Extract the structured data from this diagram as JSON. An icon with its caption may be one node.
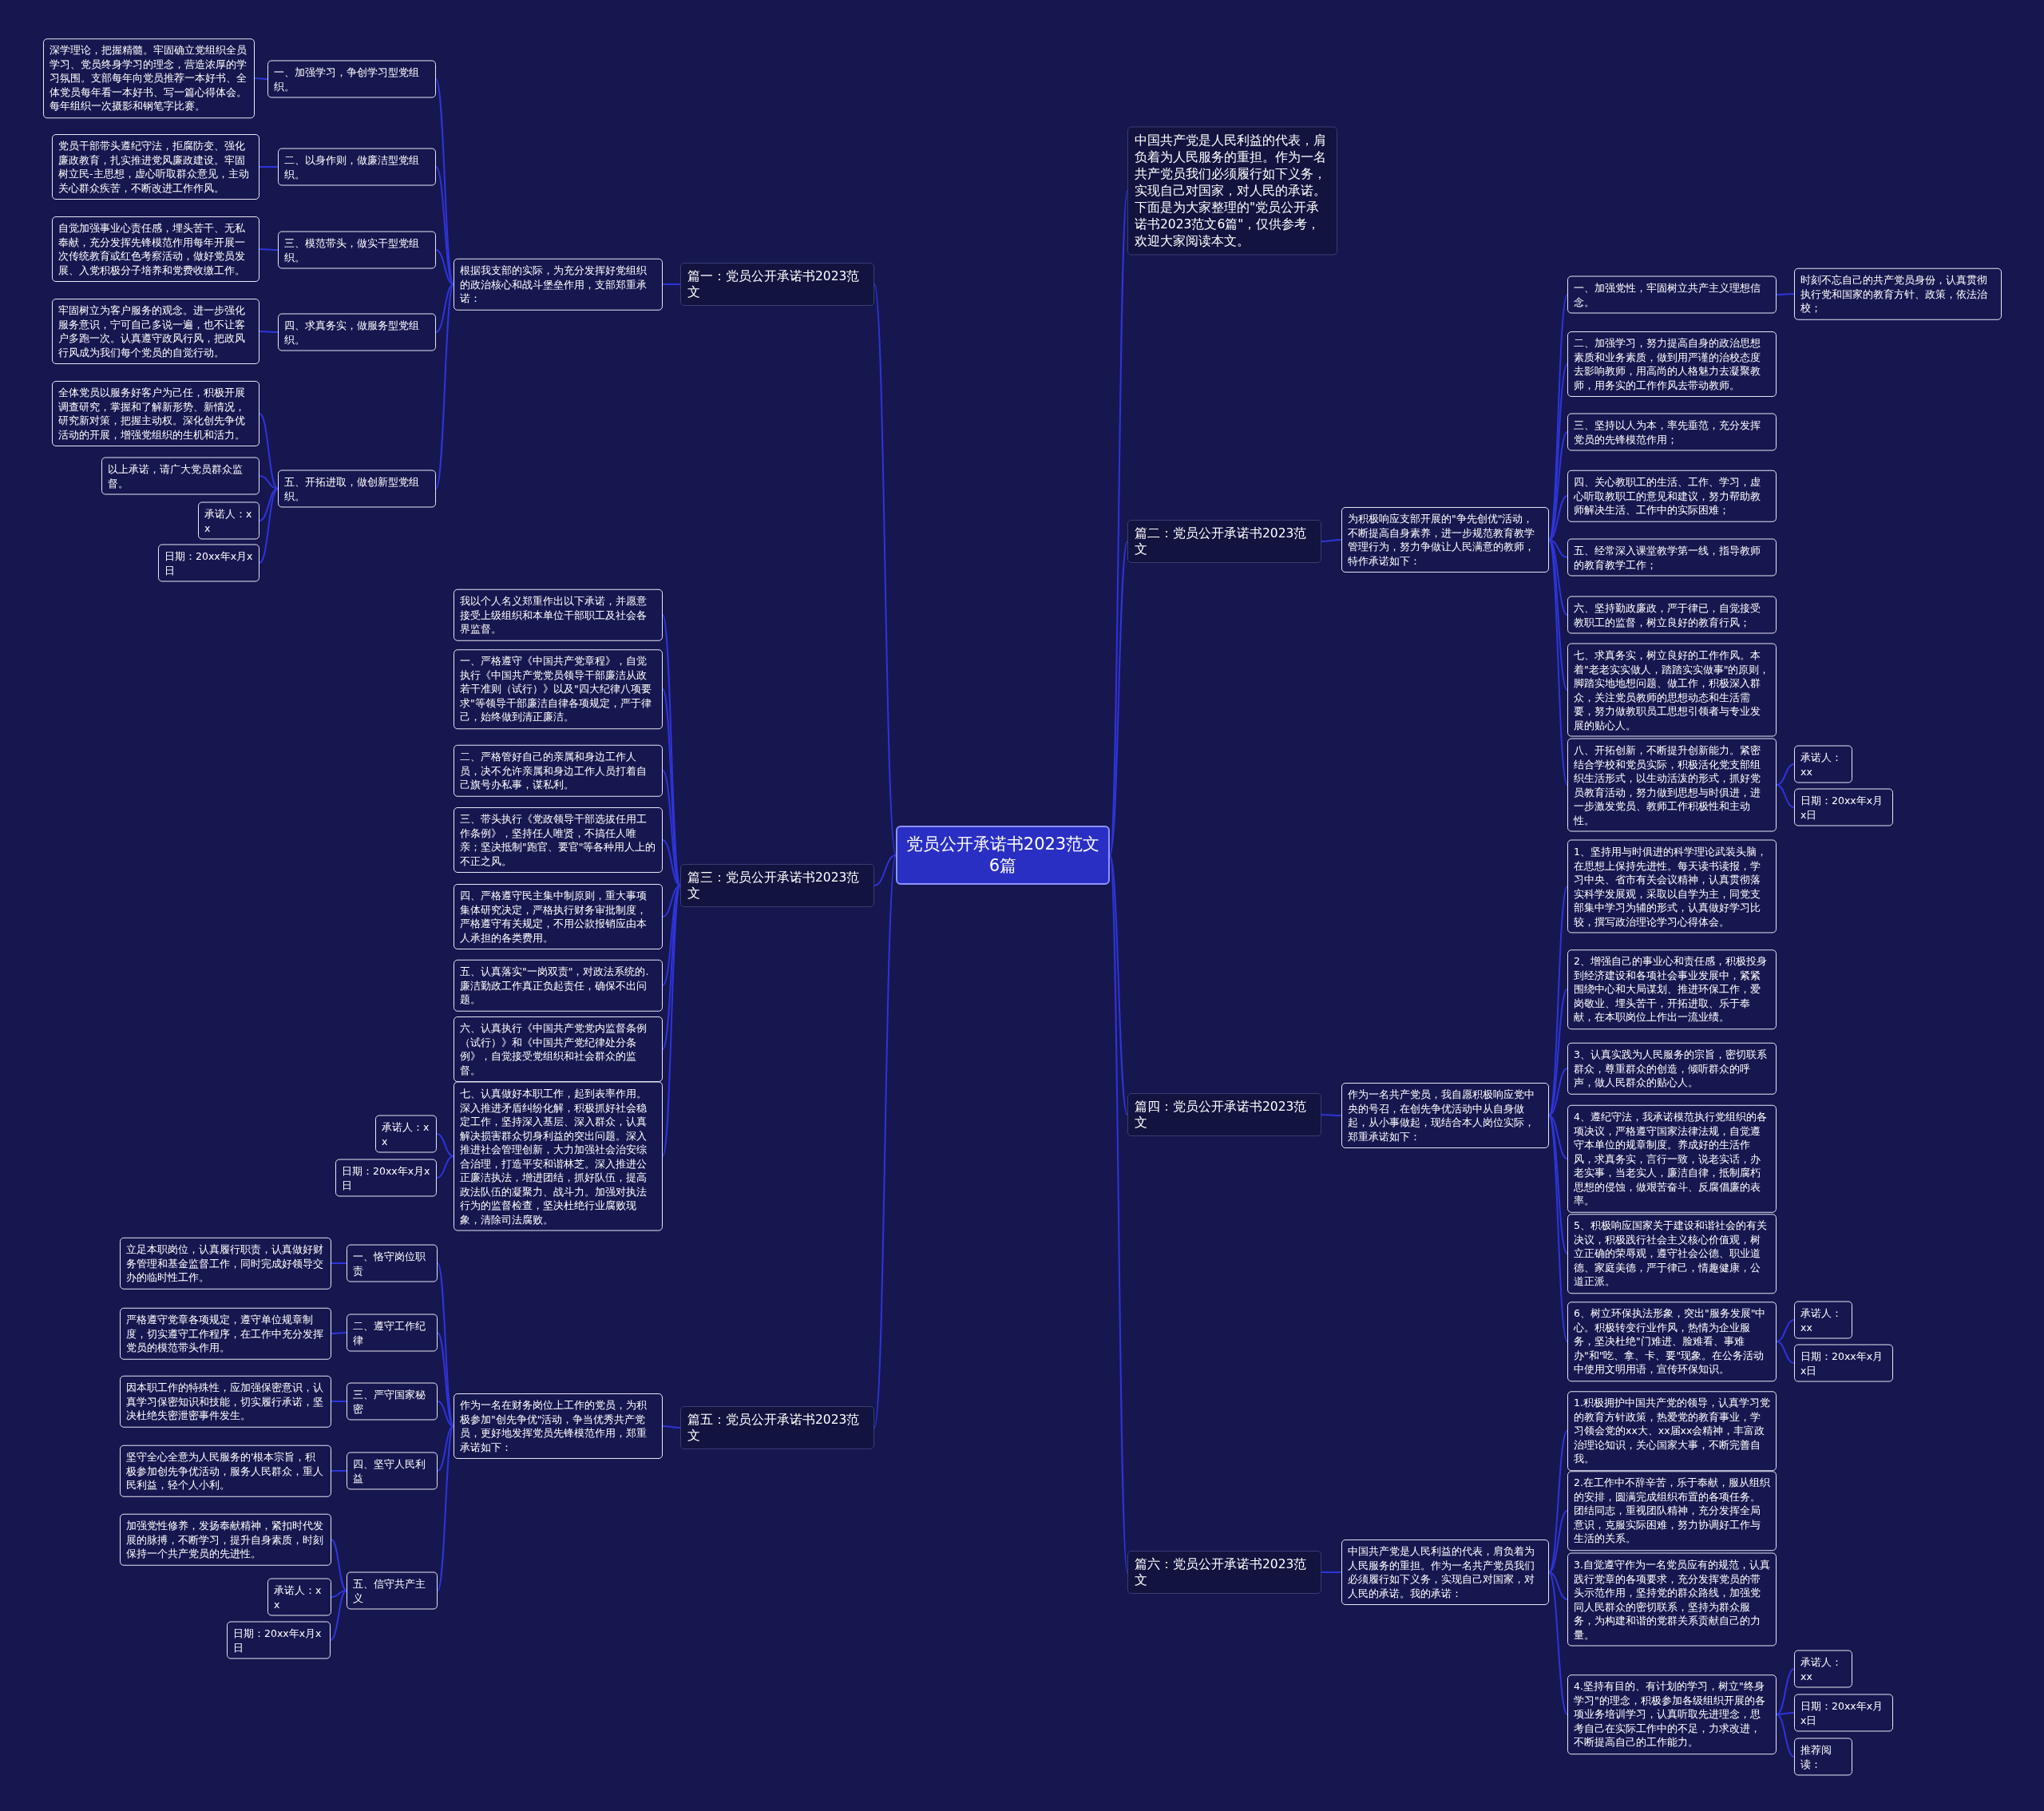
{
  "diagram": {
    "nodes": [
      {
        "text": [
          "党员公开承诺书2023范文6篇"
        ]
      },
      {
        "text": [
          "中国共产党是人民利益的代表，肩负着为人民服务的重担。作为一名共产党员我们必须履行如下义务，实现自己对国家，对人民的承诺。下面是为大家整理的\"党员公开承诺书2023范文6篇\"，仅供参考，欢迎大家阅读本文。"
        ]
      },
      {
        "text": [
          "篇一：党员公开承诺书2023范文"
        ]
      },
      {
        "text": [
          "根据我支部的实际，为充分发挥好党组织的政治核心和战斗堡垒作用，支部郑重承诺："
        ]
      },
      {
        "text": [
          "一、加强学习，争创学习型党组织。"
        ]
      },
      {
        "text": [
          "深学理论，把握精髓。牢固确立党组织全员学习、党员终身学习的理念，营造浓厚的学习氛围。支部每年向党员推荐一本好书、全体党员每年看一本好书、写一篇心得体会。每年组织一次摄影和钢笔字比赛。"
        ]
      },
      {
        "text": [
          "二、以身作则，做廉洁型党组织。"
        ]
      },
      {
        "text": [
          "党员干部带头遵纪守法，拒腐防变、强化廉政教育，扎实推进党风廉政建设。牢固树立民-主思想，虚心听取群众意见，主动关心群众疾苦，不断改进工作作风。"
        ]
      },
      {
        "text": [
          "三、模范带头，做实干型党组织。"
        ]
      },
      {
        "text": [
          "自觉加强事业心责任感，埋头苦干、无私奉献，充分发挥先锋模范作用每年开展一次传统教育或红色考察活动，做好党员发展、入党积极分子培养和党费收缴工作。"
        ]
      },
      {
        "text": [
          "四、求真务实，做服务型党组织。"
        ]
      },
      {
        "text": [
          "牢固树立为客户服务的观念。进一步强化服务意识，宁可自己多说一遍，也不让客户多跑一次。认真遵守政风行风，把政风行风成为我们每个党员的自觉行动。"
        ]
      },
      {
        "text": [
          "五、开拓进取，做创新型党组织。"
        ]
      },
      {
        "text": [
          "全体党员以服务好客户为己任，积极开展调查研究，掌握和了解新形势、新情况，研究新对策，把握主动权。深化创先争优活动的开展，增强党组织的生机和活力。"
        ]
      },
      {
        "text": [
          "以上承诺，请广大党员群众监督。"
        ]
      },
      {
        "text": [
          "承诺人：xx"
        ]
      },
      {
        "text": [
          "日期：20xx年x月x日"
        ]
      },
      {
        "text": [
          "篇三：党员公开承诺书2023范文"
        ]
      },
      {
        "text": [
          "我以个人名义郑重作出以下承诺，并愿意接受上级组织和本单位干部职工及社会各界监督。"
        ]
      },
      {
        "text": [
          "一、严格遵守《中国共产党章程》，自觉执行《中国共产党党员领导干部廉洁从政若干准则（试行）》以及\"四大纪律八项要求\"等领导干部廉洁自律各项规定，严于律己，始终做到清正廉洁。"
        ]
      },
      {
        "text": [
          "二、严格管好自己的亲属和身边工作人员，决不允许亲属和身边工作人员打着自己旗号办私事，谋私利。"
        ]
      },
      {
        "text": [
          "三、带头执行《党政领导干部选拔任用工作条例》，坚持任人唯贤，不搞任人唯亲；坚决抵制\"跑官、要官\"等各种用人上的不正之风。"
        ]
      },
      {
        "text": [
          "四、严格遵守民主集中制原则，重大事项集体研究决定，严格执行财务审批制度，严格遵守有关规定，不用公款报销应由本人承担的各类费用。"
        ]
      },
      {
        "text": [
          "五、认真落实\"一岗双责\"，对政法系统的.廉洁勤政工作真正负起责任，确保不出问题。"
        ]
      },
      {
        "text": [
          "六、认真执行《中国共产党党内监督条例（试行）》和《中国共产党纪律处分条例》，自觉接受党组织和社会群众的监督。"
        ]
      },
      {
        "text": [
          "七、认真做好本职工作，起到表率作用。深入推进矛盾纠纷化解，积极抓好社会稳定工作，坚持深入基层、深入群众，认真解决损害群众切身利益的突出问题。深入推进社会管理创新，大力加强社会治安综合治理，打造平安和谐林芝。深入推进公正廉洁执法，增进团结，抓好队伍，提高政法队伍的凝聚力、战斗力。加强对执法行为的监督检查，坚决杜绝行业腐败现象，清除司法腐败。"
        ]
      },
      {
        "text": [
          "承诺人：xx"
        ]
      },
      {
        "text": [
          "日期：20xx年x月x日"
        ]
      },
      {
        "text": [
          "篇五：党员公开承诺书2023范文"
        ]
      },
      {
        "text": [
          "作为一名在财务岗位上工作的党员，为积极参加\"创先争优\"活动，争当优秀共产党员，更好地发挥党员先锋模范作用，郑重承诺如下："
        ]
      },
      {
        "text": [
          "一、恪守岗位职责"
        ]
      },
      {
        "text": [
          "立足本职岗位，认真履行职责，认真做好财务管理和基金监督工作，同时完成好领导交办的临时性工作。"
        ]
      },
      {
        "text": [
          "二、遵守工作纪律"
        ]
      },
      {
        "text": [
          "严格遵守党章各项规定，遵守单位规章制度，切实遵守工作程序，在工作中充分发挥党员的模范带头作用。"
        ]
      },
      {
        "text": [
          "三、严守国家秘密"
        ]
      },
      {
        "text": [
          "因本职工作的特殊性，应加强保密意识，认真学习保密知识和技能，切实履行承诺，坚决杜绝失密泄密事件发生。"
        ]
      },
      {
        "text": [
          "四、坚守人民利益"
        ]
      },
      {
        "text": [
          "坚守全心全意为人民服务的'根本宗旨，积极参加创先争优活动，服务人民群众，重人民利益，轻个人小利。"
        ]
      },
      {
        "text": [
          "五、信守共产主义"
        ]
      },
      {
        "text": [
          "加强党性修养，发扬奉献精神，紧扣时代发展的脉搏，不断学习，提升自身素质，时刻保持一个共产党员的先进性。"
        ]
      },
      {
        "text": [
          "承诺人：xx"
        ]
      },
      {
        "text": [
          "日期：20xx年x月x日"
        ]
      },
      {
        "text": [
          "篇二：党员公开承诺书2023范文"
        ]
      },
      {
        "text": [
          "为积极响应支部开展的\"争先创优\"活动，不断提高自身素养，进一步规范教育教学管理行为，努力争做让人民满意的教师，特作承诺如下："
        ]
      },
      {
        "text": [
          "一、加强党性，牢固树立共产主义理想信念。"
        ]
      },
      {
        "text": [
          "时刻不忘自己的共产党员身份，认真贯彻执行党和国家的教育方针、政策，依法治校；"
        ]
      },
      {
        "text": [
          "二、加强学习，努力提高自身的政治思想素质和业务素质，做到用严谨的治校态度去影响教师，用高尚的人格魅力去凝聚教师，用务实的工作作风去带动教师。"
        ]
      },
      {
        "text": [
          "三、坚持以人为本，率先垂范，充分发挥党员的先锋模范作用；"
        ]
      },
      {
        "text": [
          "四、关心教职工的生活、工作、学习，虚心听取教职工的意见和建议，努力帮助教师解决生活、工作中的实际困难；"
        ]
      },
      {
        "text": [
          "五、经常深入课堂教学第一线，指导教师的教育教学工作；"
        ]
      },
      {
        "text": [
          "六、坚持勤政廉政，严于律已，自觉接受教职工的监督，树立良好的教育行风；"
        ]
      },
      {
        "text": [
          "七、求真务实，树立良好的工作作风。本着\"老老实实做人，踏踏实实做事\"的原则，脚踏实地地想问题、做工作，积极深入群众，关注党员教师的思想动态和生活需要，努力做教职员工思想引领者与专业发展的贴心人。"
        ]
      },
      {
        "text": [
          "八、开拓创新，不断提升创新能力。紧密结合学校和党员实际，积极活化党支部组织生活形式，以生动活泼的形式，抓好党员教育活动，努力做到思想与时俱进，进一步激发党员、教师工作积极性和主动性。"
        ]
      },
      {
        "text": [
          "承诺人：xx"
        ]
      },
      {
        "text": [
          "日期：20xx年x月x日"
        ]
      },
      {
        "text": [
          "篇四：党员公开承诺书2023范文"
        ]
      },
      {
        "text": [
          "作为一名共产党员，我自愿积极响应党中央的号召，在创先争优活动中从自身做起，从小事做起，现结合本人岗位实际，郑重承诺如下："
        ]
      },
      {
        "text": [
          "1、坚持用与时俱进的科学理论武装头脑，在思想上保持先进性。每天读书读报，学习中央、省市有关会议精神，认真贯彻落实科学发展观，采取以自学为主，同党支部集中学习为辅的形式，认真做好学习比较，撰写政治理论学习心得体会。"
        ]
      },
      {
        "text": [
          "2、增强自己的事业心和责任感，积极投身到经济建设和各项社会事业发展中，紧紧围绕中心和大局谋划、推进环保工作，爱岗敬业、埋头苦干，开拓进取、乐于奉献，在本职岗位上作出一流业绩。"
        ]
      },
      {
        "text": [
          "3、认真实践为人民服务的宗旨，密切联系群众，尊重群众的创造，倾听群众的呼声，做人民群众的贴心人。"
        ]
      },
      {
        "text": [
          "4、遵纪守法，我承诺模范执行党组织的各项决议，严格遵守国家法律法规，自觉遵守本单位的规章制度。养成好的生活作风，求真务实，言行一致，说老实话，办老实事，当老实人，廉洁自律，抵制腐朽思想的侵蚀，做艰苦奋斗、反腐倡廉的表率。"
        ]
      },
      {
        "text": [
          "5、积极响应国家关于建设和谐社会的有关决议，积极践行社会主义核心价值观，树立正确的荣辱观，遵守社会公德、职业道德、家庭美德，严于律己，情趣健康，公道正派。"
        ]
      },
      {
        "text": [
          "6、树立环保执法形象，突出\"服务发展\"中心。积极转变行业作风，热情为企业服务，坚决杜绝\"门难进、脸难看、事难办\"和\"吃、拿、卡、要\"现象。在公务活动中使用文明用语，宣传环保知识。"
        ]
      },
      {
        "text": [
          "承诺人：xx"
        ]
      },
      {
        "text": [
          "日期：20xx年x月x日"
        ]
      },
      {
        "text": [
          "篇六：党员公开承诺书2023范文"
        ]
      },
      {
        "text": [
          "中国共产党是人民利益的代表，肩负着为人民服务的重担。作为一名共产党员我们必须履行如下义务，实现自己对国家，对人民的承诺。我的承诺："
        ]
      },
      {
        "text": [
          "1.积极拥护中国共产党的领导，认真学习党的教育方针政策，热爱党的教育事业，学习领会党的xx大、xx届xx会精神，丰富政治理论知识，关心国家大事，不断完善自我。"
        ]
      },
      {
        "text": [
          "2.在工作中不辞辛苦，乐于奉献，服从组织的安排，圆满完成组织布置的各项任务。团结同志，重视团队精神，充分发挥全局意识，克服实际困难，努力协调好工作与生活的关系。"
        ]
      },
      {
        "text": [
          "3.自觉遵守作为一名党员应有的规范，认真践行党章的各项要求，充分发挥党员的带头示范作用，坚持党的群众路线，加强党同人民群众的密切联系，坚持为群众服务，为构建和谐的党群关系贡献自己的力量。"
        ]
      },
      {
        "text": [
          "4.坚持有目的、有计划的学习，树立\"终身学习\"的理念，积极参加各级组织开展的各项业务培训学习，认真听取先进理念，思考自己在实际工作中的不足，力求改进，不断提高自己的工作能力。"
        ]
      },
      {
        "text": [
          "承诺人：xx"
        ]
      },
      {
        "text": [
          "日期：20xx年x月x日"
        ]
      },
      {
        "text": [
          "推荐阅读："
        ]
      }
    ],
    "edges": [
      {
        "from": 0,
        "to": 1,
        "arrow": "none"
      },
      {
        "from": 0,
        "to": 2,
        "arrow": "none"
      },
      {
        "from": 2,
        "to": 3,
        "arrow": "none"
      },
      {
        "from": 3,
        "to": 4,
        "arrow": "none"
      },
      {
        "from": 4,
        "to": 5,
        "arrow": "none"
      },
      {
        "from": 3,
        "to": 6,
        "arrow": "none"
      },
      {
        "from": 6,
        "to": 7,
        "arrow": "none"
      },
      {
        "from": 3,
        "to": 8,
        "arrow": "none"
      },
      {
        "from": 8,
        "to": 9,
        "arrow": "none"
      },
      {
        "from": 3,
        "to": 10,
        "arrow": "none"
      },
      {
        "from": 10,
        "to": 11,
        "arrow": "none"
      },
      {
        "from": 3,
        "to": 12,
        "arrow": "none"
      },
      {
        "from": 12,
        "to": 13,
        "arrow": "none"
      },
      {
        "from": 12,
        "to": 14,
        "arrow": "none"
      },
      {
        "from": 12,
        "to": 15,
        "arrow": "none"
      },
      {
        "from": 12,
        "to": 16,
        "arrow": "none"
      },
      {
        "from": 0,
        "to": 17,
        "arrow": "none"
      },
      {
        "from": 17,
        "to": 18,
        "arrow": "none"
      },
      {
        "from": 17,
        "to": 19,
        "arrow": "none"
      },
      {
        "from": 17,
        "to": 20,
        "arrow": "none"
      },
      {
        "from": 17,
        "to": 21,
        "arrow": "none"
      },
      {
        "from": 17,
        "to": 22,
        "arrow": "none"
      },
      {
        "from": 17,
        "to": 23,
        "arrow": "none"
      },
      {
        "from": 17,
        "to": 24,
        "arrow": "none"
      },
      {
        "from": 17,
        "to": 25,
        "arrow": "none"
      },
      {
        "from": 25,
        "to": 26,
        "arrow": "none"
      },
      {
        "from": 25,
        "to": 27,
        "arrow": "none"
      },
      {
        "from": 0,
        "to": 28,
        "arrow": "none"
      },
      {
        "from": 28,
        "to": 29,
        "arrow": "none"
      },
      {
        "from": 29,
        "to": 30,
        "arrow": "none"
      },
      {
        "from": 30,
        "to": 31,
        "arrow": "none"
      },
      {
        "from": 29,
        "to": 32,
        "arrow": "none"
      },
      {
        "from": 32,
        "to": 33,
        "arrow": "none"
      },
      {
        "from": 29,
        "to": 34,
        "arrow": "none"
      },
      {
        "from": 34,
        "to": 35,
        "arrow": "none"
      },
      {
        "from": 29,
        "to": 36,
        "arrow": "none"
      },
      {
        "from": 36,
        "to": 37,
        "arrow": "none"
      },
      {
        "from": 29,
        "to": 38,
        "arrow": "none"
      },
      {
        "from": 38,
        "to": 39,
        "arrow": "none"
      },
      {
        "from": 38,
        "to": 40,
        "arrow": "none"
      },
      {
        "from": 38,
        "to": 41,
        "arrow": "none"
      },
      {
        "from": 0,
        "to": 42,
        "arrow": "none"
      },
      {
        "from": 42,
        "to": 43,
        "arrow": "none"
      },
      {
        "from": 43,
        "to": 44,
        "arrow": "none"
      },
      {
        "from": 44,
        "to": 45,
        "arrow": "none"
      },
      {
        "from": 43,
        "to": 46,
        "arrow": "none"
      },
      {
        "from": 43,
        "to": 47,
        "arrow": "none"
      },
      {
        "from": 43,
        "to": 48,
        "arrow": "none"
      },
      {
        "from": 43,
        "to": 49,
        "arrow": "none"
      },
      {
        "from": 43,
        "to": 50,
        "arrow": "none"
      },
      {
        "from": 43,
        "to": 51,
        "arrow": "none"
      },
      {
        "from": 43,
        "to": 52,
        "arrow": "none"
      },
      {
        "from": 52,
        "to": 53,
        "arrow": "none"
      },
      {
        "from": 52,
        "to": 54,
        "arrow": "none"
      },
      {
        "from": 0,
        "to": 55,
        "arrow": "none"
      },
      {
        "from": 55,
        "to": 56,
        "arrow": "none"
      },
      {
        "from": 56,
        "to": 57,
        "arrow": "none"
      },
      {
        "from": 56,
        "to": 58,
        "arrow": "none"
      },
      {
        "from": 56,
        "to": 59,
        "arrow": "none"
      },
      {
        "from": 56,
        "to": 60,
        "arrow": "none"
      },
      {
        "from": 56,
        "to": 61,
        "arrow": "none"
      },
      {
        "from": 56,
        "to": 62,
        "arrow": "none"
      },
      {
        "from": 62,
        "to": 63,
        "arrow": "none"
      },
      {
        "from": 62,
        "to": 64,
        "arrow": "none"
      },
      {
        "from": 0,
        "to": 65,
        "arrow": "none"
      },
      {
        "from": 65,
        "to": 66,
        "arrow": "none"
      },
      {
        "from": 66,
        "to": 67,
        "arrow": "none"
      },
      {
        "from": 66,
        "to": 68,
        "arrow": "none"
      },
      {
        "from": 66,
        "to": 69,
        "arrow": "none"
      },
      {
        "from": 66,
        "to": 70,
        "arrow": "none"
      },
      {
        "from": 70,
        "to": 71,
        "arrow": "none"
      },
      {
        "from": 70,
        "to": 72,
        "arrow": "none"
      },
      {
        "from": 70,
        "to": 73,
        "arrow": "none"
      }
    ]
  }
}
